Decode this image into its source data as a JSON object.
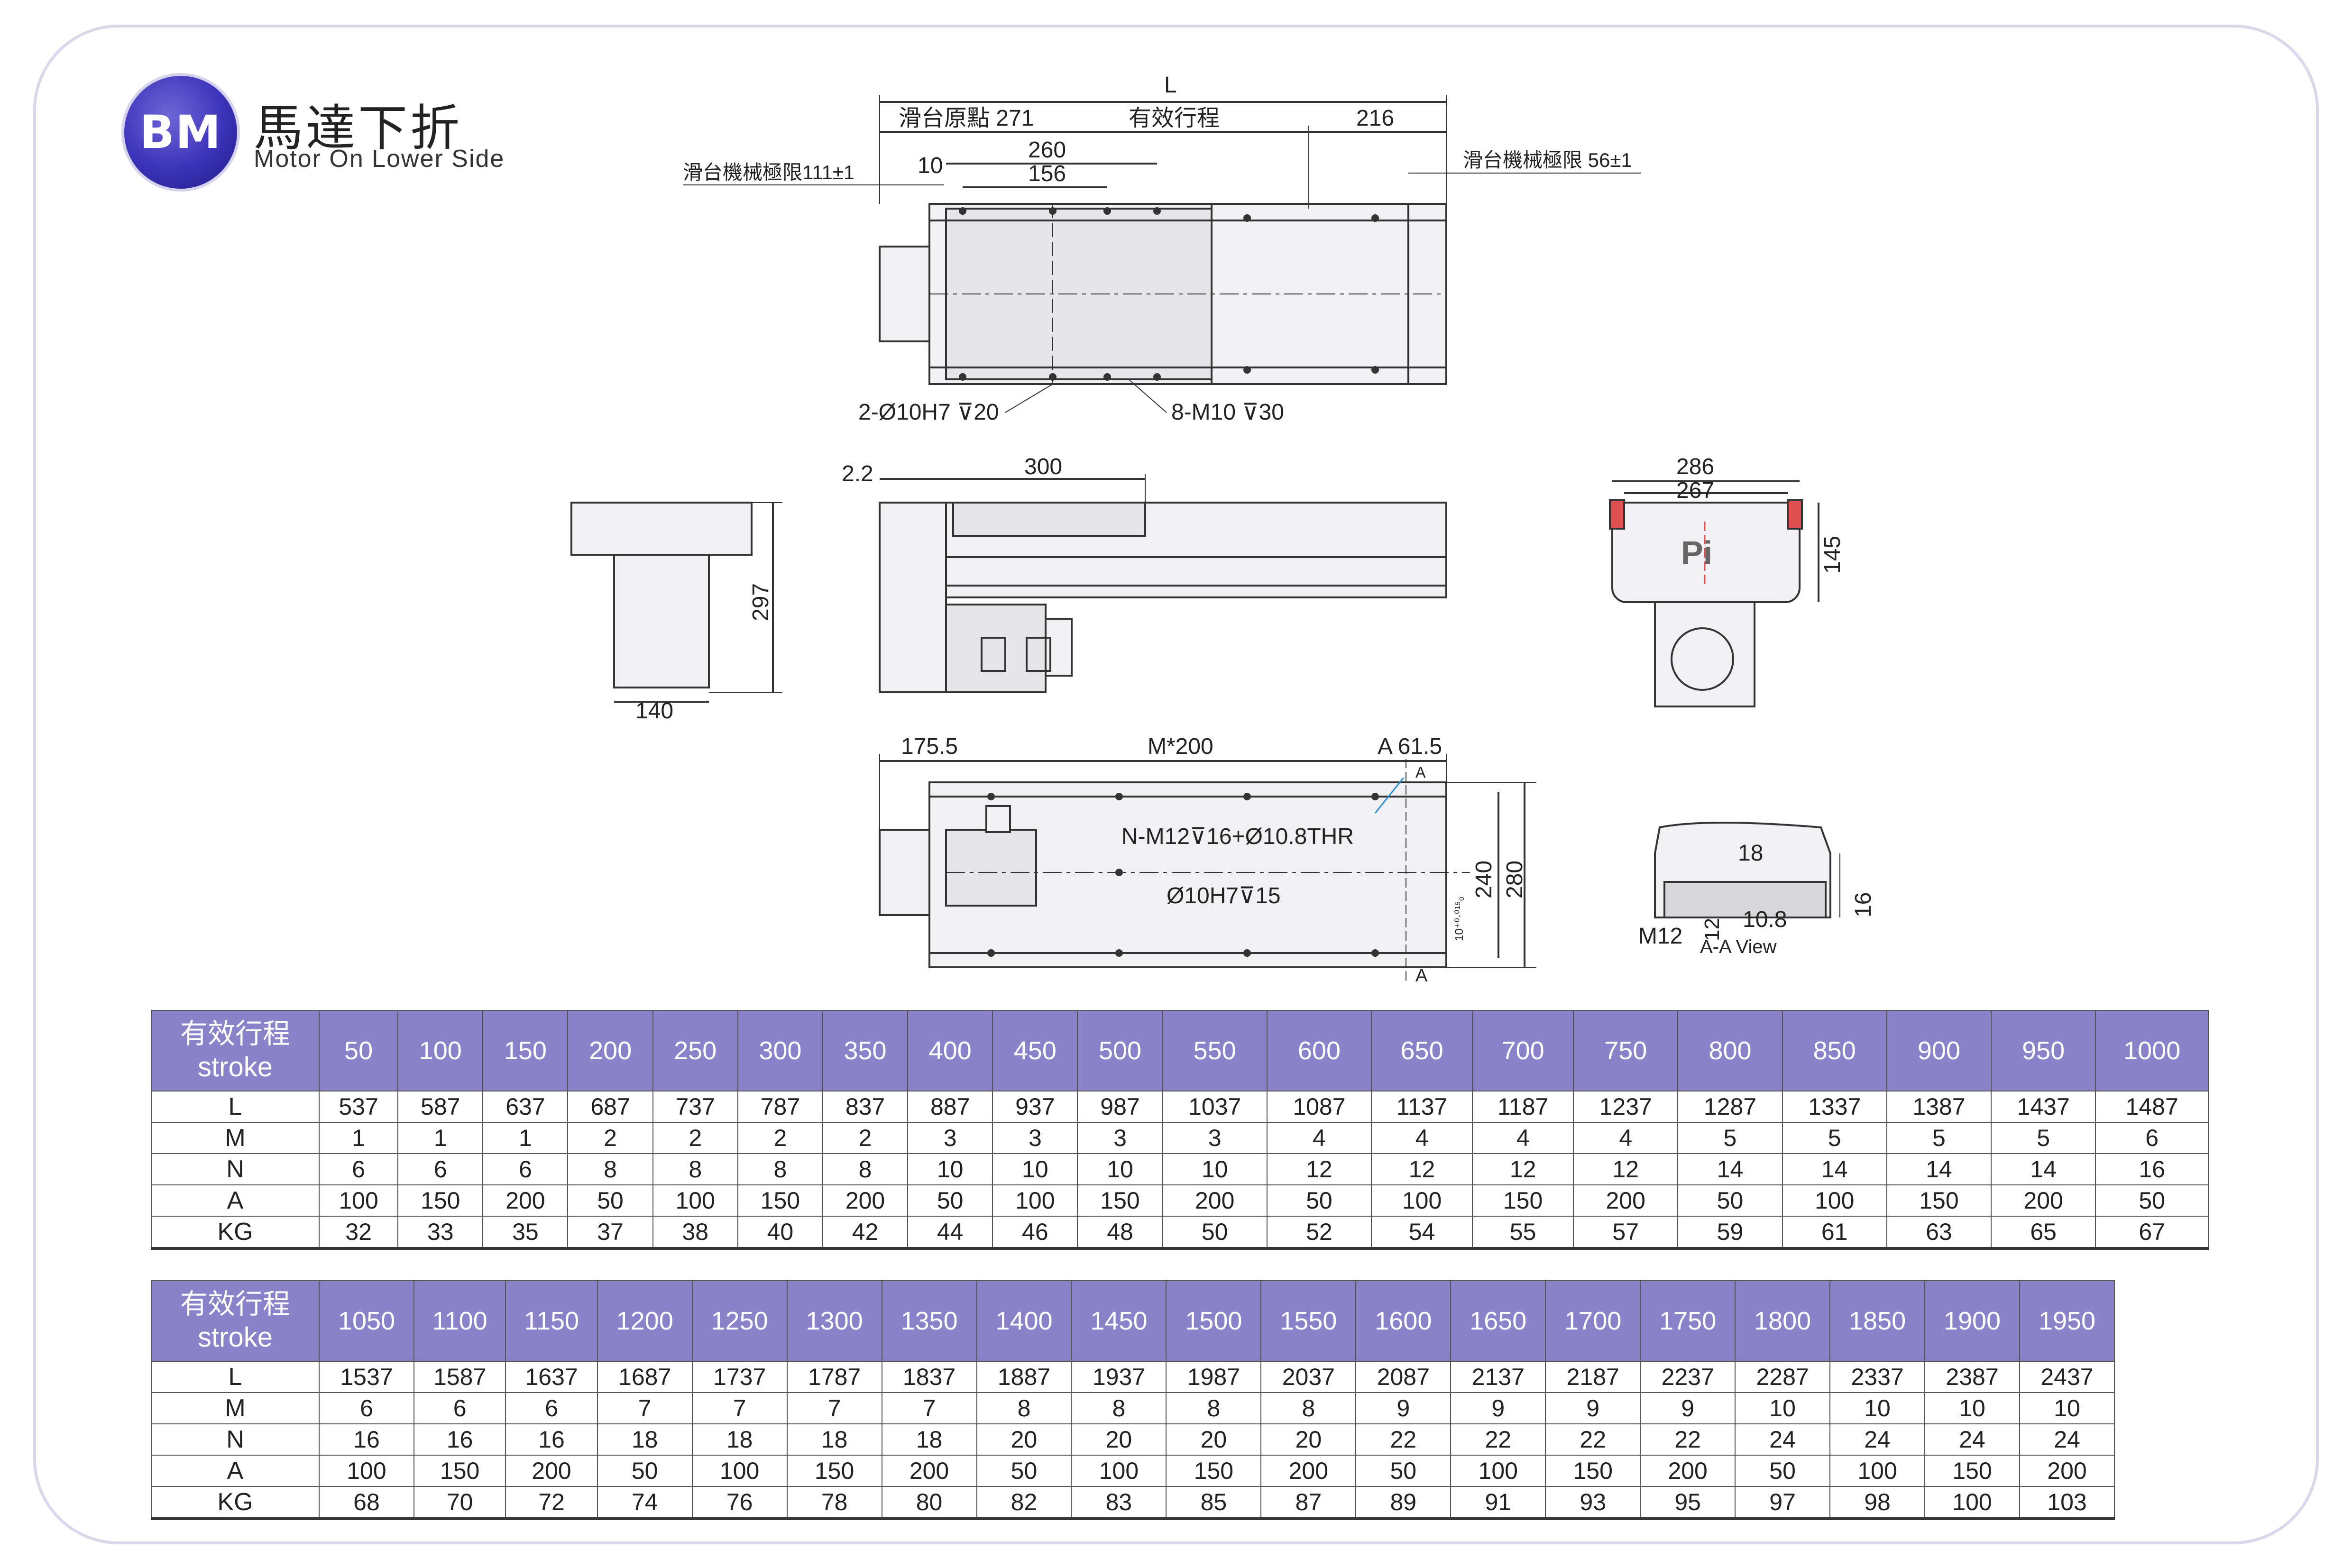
{
  "logo": {
    "text": "BM"
  },
  "title": {
    "cn": "馬達下折",
    "en": "Motor On Lower Side"
  },
  "drawing_top": {
    "L": "L",
    "origin": "滑台原點 271",
    "stroke": "有效行程",
    "d216": "216",
    "d260": "260",
    "d156": "156",
    "d10": "10",
    "limit_left": "滑台機械極限111±1",
    "limit_right": "滑台機械極限 56±1",
    "hole1": "2-Ø10H7 ⊽20",
    "hole2": "8-M10 ⊽30"
  },
  "drawing_side": {
    "d22": "2.2",
    "d300": "300",
    "d297": "297",
    "d140": "140",
    "d286": "286",
    "d267": "267",
    "d145": "145",
    "pi": "Pi"
  },
  "drawing_bottom": {
    "d1755": "175.5",
    "m200": "M*200",
    "a615": "A  61.5",
    "a_top": "A",
    "a_bot": "A",
    "thr": "N-M12⊽16+Ø10.8THR",
    "h10": "Ø10H7⊽15",
    "d240": "240",
    "d280": "280",
    "tol": "10⁺⁰·⁰¹⁵₀ ",
    "d18": "18",
    "d16": "16",
    "d108": "10.8",
    "m12": "M12",
    "d12": "12",
    "aa": "A-A View"
  },
  "table1": {
    "header_cn": "有效行程",
    "header_en": "stroke",
    "strokes": [
      "50",
      "100",
      "150",
      "200",
      "250",
      "300",
      "350",
      "400",
      "450",
      "500",
      "550",
      "600",
      "650",
      "700",
      "750",
      "800",
      "850",
      "900",
      "950",
      "1000"
    ],
    "rows": [
      {
        "label": "L",
        "values": [
          "537",
          "587",
          "637",
          "687",
          "737",
          "787",
          "837",
          "887",
          "937",
          "987",
          "1037",
          "1087",
          "1137",
          "1187",
          "1237",
          "1287",
          "1337",
          "1387",
          "1437",
          "1487"
        ]
      },
      {
        "label": "M",
        "values": [
          "1",
          "1",
          "1",
          "2",
          "2",
          "2",
          "2",
          "3",
          "3",
          "3",
          "3",
          "4",
          "4",
          "4",
          "4",
          "5",
          "5",
          "5",
          "5",
          "6"
        ]
      },
      {
        "label": "N",
        "values": [
          "6",
          "6",
          "6",
          "8",
          "8",
          "8",
          "8",
          "10",
          "10",
          "10",
          "10",
          "12",
          "12",
          "12",
          "12",
          "14",
          "14",
          "14",
          "14",
          "16"
        ]
      },
      {
        "label": "A",
        "values": [
          "100",
          "150",
          "200",
          "50",
          "100",
          "150",
          "200",
          "50",
          "100",
          "150",
          "200",
          "50",
          "100",
          "150",
          "200",
          "50",
          "100",
          "150",
          "200",
          "50"
        ]
      },
      {
        "label": "KG",
        "values": [
          "32",
          "33",
          "35",
          "37",
          "38",
          "40",
          "42",
          "44",
          "46",
          "48",
          "50",
          "52",
          "54",
          "55",
          "57",
          "59",
          "61",
          "63",
          "65",
          "67"
        ]
      }
    ]
  },
  "table2": {
    "header_cn": "有效行程",
    "header_en": "stroke",
    "strokes": [
      "1050",
      "1100",
      "1150",
      "1200",
      "1250",
      "1300",
      "1350",
      "1400",
      "1450",
      "1500",
      "1550",
      "1600",
      "1650",
      "1700",
      "1750",
      "1800",
      "1850",
      "1900",
      "1950"
    ],
    "rows": [
      {
        "label": "L",
        "values": [
          "1537",
          "1587",
          "1637",
          "1687",
          "1737",
          "1787",
          "1837",
          "1887",
          "1937",
          "1987",
          "2037",
          "2087",
          "2137",
          "2187",
          "2237",
          "2287",
          "2337",
          "2387",
          "2437"
        ]
      },
      {
        "label": "M",
        "values": [
          "6",
          "6",
          "6",
          "7",
          "7",
          "7",
          "7",
          "8",
          "8",
          "8",
          "8",
          "9",
          "9",
          "9",
          "9",
          "10",
          "10",
          "10",
          "10"
        ]
      },
      {
        "label": "N",
        "values": [
          "16",
          "16",
          "16",
          "18",
          "18",
          "18",
          "18",
          "20",
          "20",
          "20",
          "20",
          "22",
          "22",
          "22",
          "22",
          "24",
          "24",
          "24",
          "24"
        ]
      },
      {
        "label": "A",
        "values": [
          "100",
          "150",
          "200",
          "50",
          "100",
          "150",
          "200",
          "50",
          "100",
          "150",
          "200",
          "50",
          "100",
          "150",
          "200",
          "50",
          "100",
          "150",
          "200"
        ]
      },
      {
        "label": "KG",
        "values": [
          "68",
          "70",
          "72",
          "74",
          "76",
          "78",
          "80",
          "82",
          "83",
          "85",
          "87",
          "89",
          "91",
          "93",
          "95",
          "97",
          "98",
          "100",
          "103"
        ]
      }
    ]
  }
}
